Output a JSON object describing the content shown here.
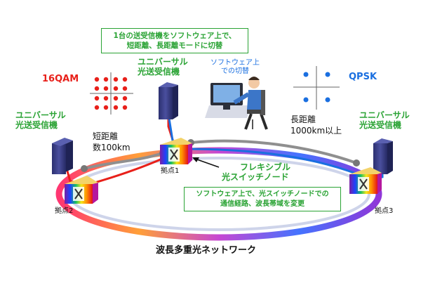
{
  "top_note": {
    "line1": "1台の送受信機をソフトウェア上で、",
    "line2": "短距離、長距離モードに切替"
  },
  "modulation": {
    "left": "16QAM",
    "right": "QPSK"
  },
  "transceiver_label": {
    "line1": "ユニバーサル",
    "line2": "光送受信機"
  },
  "software_switch": {
    "line1": "ソフトウェア上",
    "line2": "での切替"
  },
  "distance_short": {
    "line1": "短距離",
    "line2": "数100km"
  },
  "distance_long": {
    "line1": "長距離",
    "line2": "1000km以上"
  },
  "nodes": [
    "拠点1",
    "拠点2",
    "拠点3"
  ],
  "flex_switch": {
    "line1": "フレキシブル",
    "line2": "光スイッチノード"
  },
  "bottom_note": {
    "line1": "ソフトウェア上で、光スイッチノードでの",
    "line2": "通信経路、波長帯域を変更"
  },
  "caption": "波長多重光ネットワーク",
  "colors": {
    "green": "#2aa334",
    "red": "#e8201a",
    "blue": "#1a6fe0",
    "gray": "#9a9a9a",
    "server": "#3a3f86"
  }
}
